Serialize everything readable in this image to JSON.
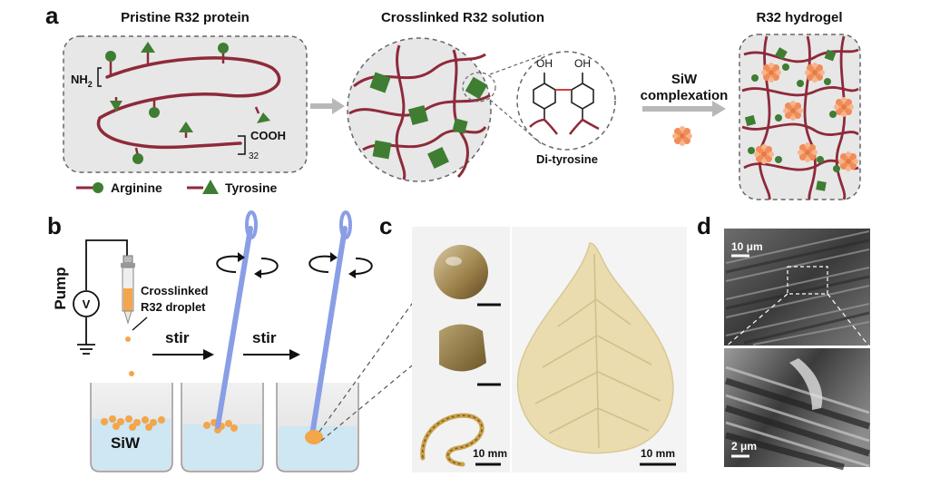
{
  "panel_a": {
    "letter": "a",
    "title_left": "Pristine R32 protein",
    "title_mid": "Crosslinked R32 solution",
    "title_right": "R32 hydrogel",
    "nh2_base": "NH",
    "nh2_sub": "2",
    "cooh": "COOH",
    "repeat": "32",
    "oh_left": "OH",
    "oh_right": "OH",
    "ditryosine": "Di-tyrosine",
    "siw_line1": "SiW",
    "siw_line2": "complexation",
    "legend_arginine": "Arginine",
    "legend_tyrosine": "Tyrosine"
  },
  "panel_b": {
    "letter": "b",
    "pump": "Pump",
    "voltmeter": "V",
    "droplet_line1": "Crosslinked",
    "droplet_line2": "R32 droplet",
    "stir1": "stir",
    "stir2": "stir",
    "siw": "SiW"
  },
  "panel_c": {
    "letter": "c",
    "scale_left": "10 mm",
    "scale_right": "10 mm"
  },
  "panel_d": {
    "letter": "d",
    "scale_top": "10 μm",
    "scale_bottom": "2 μm"
  },
  "colors": {
    "chain": "#8e2a3a",
    "green": "#3f7d32",
    "panel_bg": "#e7e7e7",
    "blue_rod": "#8a9ee6",
    "gel": "#f3a64a",
    "water": "#cfe6f3",
    "leaf": "#eadcae"
  }
}
